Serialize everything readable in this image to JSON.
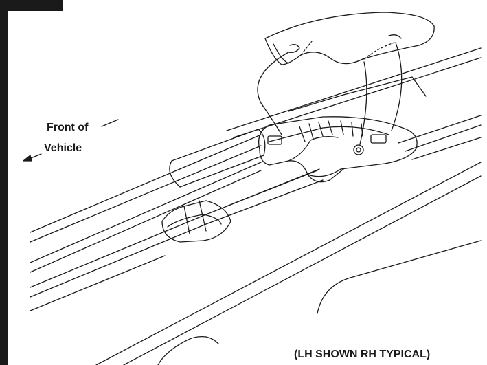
{
  "labels": {
    "front_line1": "Front of",
    "front_line2": "Vehicle",
    "caption": "(LH SHOWN RH TYPICAL)"
  },
  "colors": {
    "ink": "#1a1a1a",
    "frame": "#1a1a1a",
    "background": "#ffffff"
  }
}
